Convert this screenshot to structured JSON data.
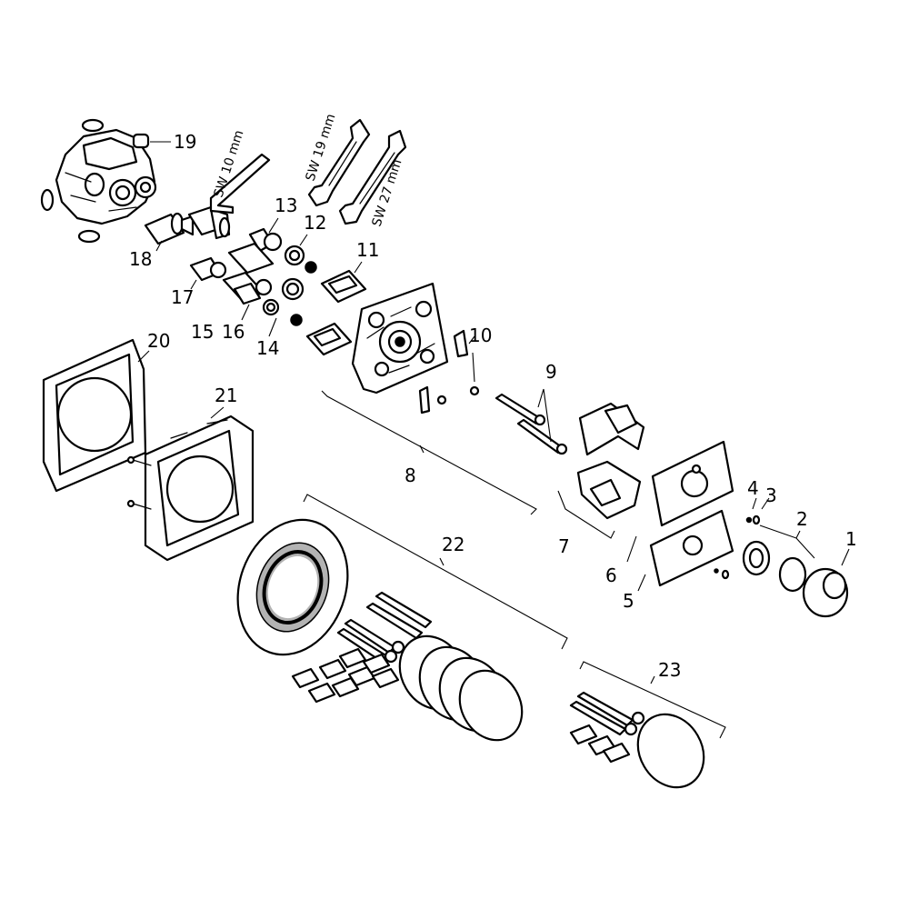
{
  "labels": {
    "p1": "1",
    "p2": "2",
    "p3": "3",
    "p4": "4",
    "p5": "5",
    "p6": "6",
    "p7": "7",
    "p8": "8",
    "p9": "9",
    "p10": "10",
    "p11": "11",
    "p12": "12",
    "p13": "13",
    "p14": "14",
    "p15": "15",
    "p16": "16",
    "p17": "17",
    "p18": "18",
    "p19": "19",
    "p20": "20",
    "p21": "21",
    "p22": "22",
    "p23": "23"
  },
  "tools": {
    "hex_key": "SW 10 mm",
    "wrench_small": "SW 19 mm",
    "wrench_large": "SW 27 mm"
  }
}
